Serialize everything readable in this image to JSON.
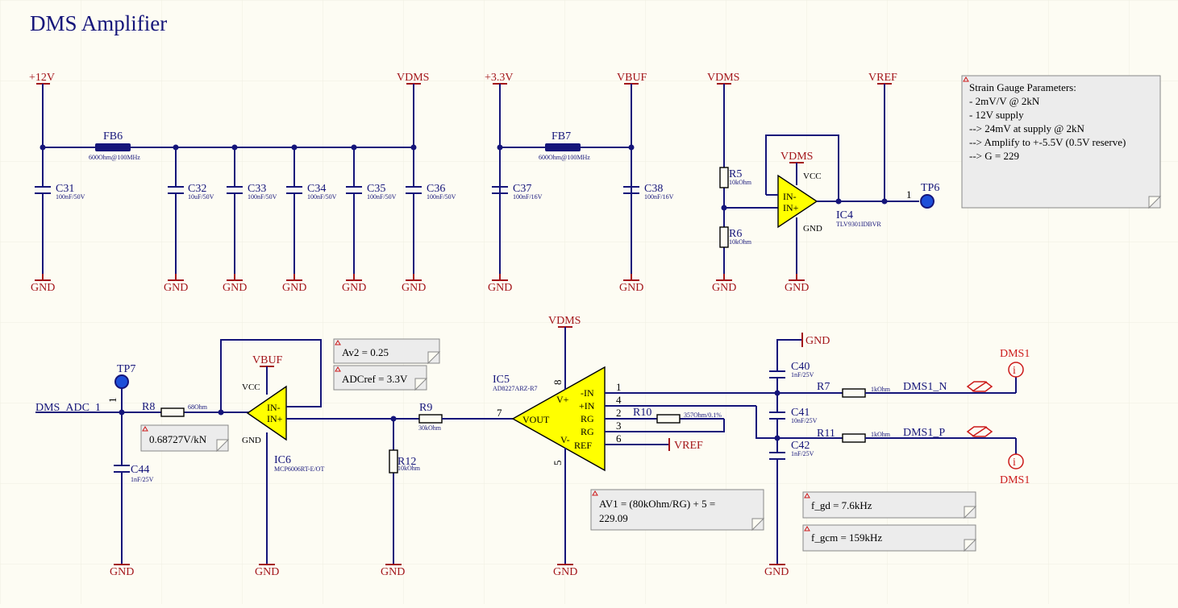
{
  "title": "DMS Amplifier",
  "power": {
    "p12v": "+12V",
    "vdms": "VDMS",
    "p3v3": "+3.3V",
    "vbuf": "VBUF",
    "vref": "VREF",
    "gnd": "GND"
  },
  "parts": {
    "fb6": {
      "des": "FB6",
      "val": "600Ohm@100MHz"
    },
    "fb7": {
      "des": "FB7",
      "val": "600Ohm@100MHz"
    },
    "c31": {
      "des": "C31",
      "val": "100nF/50V"
    },
    "c32": {
      "des": "C32",
      "val": "10uF/50V"
    },
    "c33": {
      "des": "C33",
      "val": "100nF/50V"
    },
    "c34": {
      "des": "C34",
      "val": "100nF/50V"
    },
    "c35": {
      "des": "C35",
      "val": "100nF/50V"
    },
    "c36": {
      "des": "C36",
      "val": "100nF/50V"
    },
    "c37": {
      "des": "C37",
      "val": "100nF/16V"
    },
    "c38": {
      "des": "C38",
      "val": "100nF/16V"
    },
    "r5": {
      "des": "R5",
      "val": "10kOhm"
    },
    "r6": {
      "des": "R6",
      "val": "10kOhm"
    },
    "ic4": {
      "des": "IC4",
      "val": "TLV9301IDBVR"
    },
    "tp6": {
      "des": "TP6",
      "pin": "1"
    },
    "tp7": {
      "des": "TP7",
      "pin": "1"
    },
    "r8": {
      "des": "R8",
      "val": "68Ohm"
    },
    "c44": {
      "des": "C44",
      "val": "1nF/25V"
    },
    "ic6": {
      "des": "IC6",
      "val": "MCP6006RT-E/OT"
    },
    "r9": {
      "des": "R9",
      "val": "30kOhm"
    },
    "r12": {
      "des": "R12",
      "val": "10kOhm"
    },
    "ic5": {
      "des": "IC5",
      "val": "AD8227ARZ-R7"
    },
    "r10": {
      "des": "R10",
      "val": "357Ohm/0.1%"
    },
    "c40": {
      "des": "C40",
      "val": "1nF/25V"
    },
    "c41": {
      "des": "C41",
      "val": "10nF/25V"
    },
    "c42": {
      "des": "C42",
      "val": "1nF/25V"
    },
    "r7": {
      "des": "R7",
      "val": "1kOhm"
    },
    "r11": {
      "des": "R11",
      "val": "1kOhm"
    }
  },
  "pins": {
    "opamp_inm": "IN-",
    "opamp_inp": "IN+",
    "vcc": "VCC",
    "gnd": "GND",
    "ic5_inm": "-IN",
    "ic5_inp": "+IN",
    "ic5_rg1": "RG",
    "ic5_rg2": "RG",
    "ic5_ref": "REF",
    "ic5_vout": "VOUT",
    "ic5_vp": "V+",
    "ic5_vm": "V-",
    "n1": "1",
    "n2": "2",
    "n3": "3",
    "n4": "4",
    "n5": "5",
    "n6": "6",
    "n7": "7",
    "n8": "8"
  },
  "nets": {
    "dms_adc": "DMS_ADC_1",
    "dms_n": "DMS1_N",
    "dms_p": "DMS1_P",
    "dms1_top": "DMS1",
    "dms1_bot": "DMS1"
  },
  "notes": {
    "strain_lines": [
      "Strain Gauge Parameters:",
      "- 2mV/V @ 2kN",
      "- 12V supply",
      "--> 24mV at supply @ 2kN",
      "--> Amplify to +-5.5V (0.5V reserve)",
      "--> G = 229"
    ],
    "av2": "Av2 = 0.25",
    "adcref": "ADCref = 3.3V",
    "sens": "0.68727V/kN",
    "av1_line1": "AV1 = (80kOhm/RG) + 5 =",
    "av1_line2": "229.09",
    "fgd": "f_gd = 7.6kHz",
    "fgcm": "f_gcm = 159kHz"
  },
  "colors": {
    "wire": "#15157a",
    "power": "#a3151a",
    "opamp_fill": "#ffff00",
    "background": "#fdfcf3",
    "note_fill": "#ececec",
    "port": "#cc1a1a"
  }
}
